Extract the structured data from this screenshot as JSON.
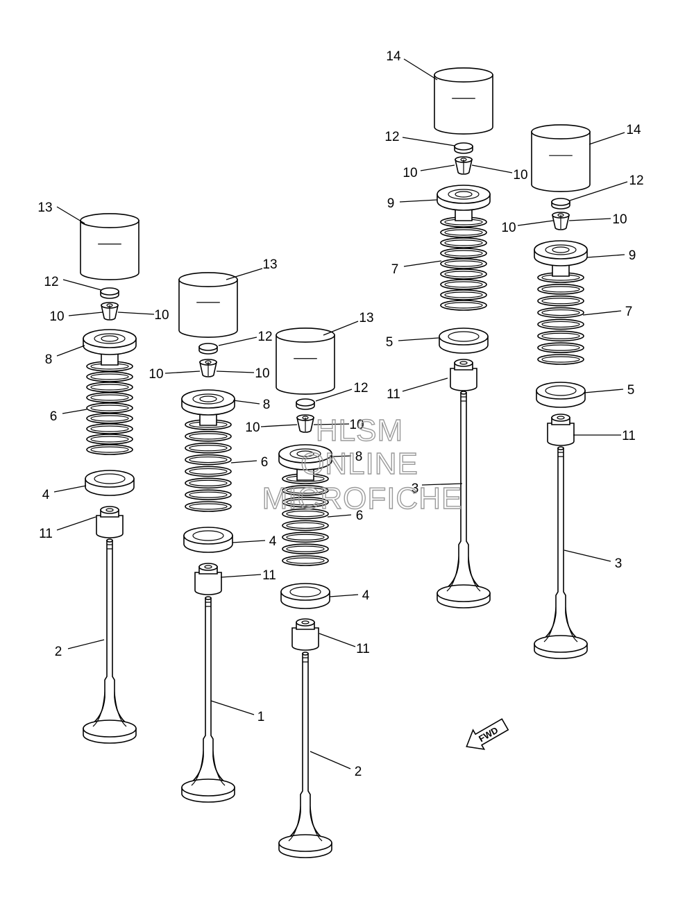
{
  "watermark": {
    "line1": "HLSM",
    "line2": "ONLINE",
    "line3": "MICROFICHE"
  },
  "fwd_arrow": {
    "label": "FWD"
  },
  "callouts": [
    {
      "id": "c13a",
      "text": "13"
    },
    {
      "id": "c12a",
      "text": "12"
    },
    {
      "id": "c10a",
      "text": "10"
    },
    {
      "id": "c10b",
      "text": "10"
    },
    {
      "id": "c8a",
      "text": "8"
    },
    {
      "id": "c6a",
      "text": "6"
    },
    {
      "id": "c4a",
      "text": "4"
    },
    {
      "id": "c11a",
      "text": "11"
    },
    {
      "id": "c2a",
      "text": "2"
    },
    {
      "id": "c13b",
      "text": "13"
    },
    {
      "id": "c12b",
      "text": "12"
    },
    {
      "id": "c10c",
      "text": "10"
    },
    {
      "id": "c10d",
      "text": "10"
    },
    {
      "id": "c8b",
      "text": "8"
    },
    {
      "id": "c6b",
      "text": "6"
    },
    {
      "id": "c4b",
      "text": "4"
    },
    {
      "id": "c11b",
      "text": "11"
    },
    {
      "id": "c1",
      "text": "1"
    },
    {
      "id": "c13c",
      "text": "13"
    },
    {
      "id": "c12c",
      "text": "12"
    },
    {
      "id": "c10e",
      "text": "10"
    },
    {
      "id": "c10f",
      "text": "10"
    },
    {
      "id": "c8c",
      "text": "8"
    },
    {
      "id": "c6c",
      "text": "6"
    },
    {
      "id": "c4c",
      "text": "4"
    },
    {
      "id": "c11c",
      "text": "11"
    },
    {
      "id": "c2b",
      "text": "2"
    },
    {
      "id": "c14a",
      "text": "14"
    },
    {
      "id": "c12d",
      "text": "12"
    },
    {
      "id": "c10g",
      "text": "10"
    },
    {
      "id": "c10h",
      "text": "10"
    },
    {
      "id": "c9a",
      "text": "9"
    },
    {
      "id": "c7a",
      "text": "7"
    },
    {
      "id": "c5a",
      "text": "5"
    },
    {
      "id": "c11d",
      "text": "11"
    },
    {
      "id": "c3a",
      "text": "3"
    },
    {
      "id": "c14b",
      "text": "14"
    },
    {
      "id": "c12e",
      "text": "12"
    },
    {
      "id": "c10i",
      "text": "10"
    },
    {
      "id": "c10j",
      "text": "10"
    },
    {
      "id": "c9b",
      "text": "9"
    },
    {
      "id": "c7b",
      "text": "7"
    },
    {
      "id": "c5b",
      "text": "5"
    },
    {
      "id": "c11e",
      "text": "11"
    },
    {
      "id": "c3b",
      "text": "3"
    }
  ]
}
